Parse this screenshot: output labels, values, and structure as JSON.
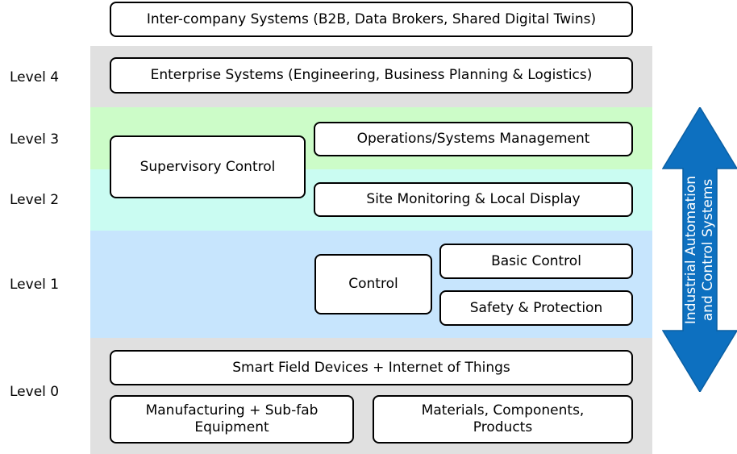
{
  "levels": {
    "l4": "Level 4",
    "l3": "Level 3",
    "l2": "Level 2",
    "l1": "Level 1",
    "l0": "Level 0"
  },
  "boxes": {
    "inter_company": "Inter-company Systems (B2B, Data Brokers, Shared Digital Twins)",
    "enterprise": "Enterprise Systems (Engineering, Business Planning & Logistics)",
    "supervisory": "Supervisory Control",
    "operations": "Operations/Systems Management",
    "site_monitoring": "Site Monitoring & Local Display",
    "control": "Control",
    "basic_control": "Basic Control",
    "safety": "Safety & Protection",
    "smart_field": "Smart Field Devices + Internet of Things",
    "manufacturing": "Manufacturing + Sub-fab\nEquipment",
    "materials": "Materials, Components,\nProducts"
  },
  "arrow_label": "Industrial Automation\nand Control Systems",
  "colors": {
    "level4_band": "#e0e0e0",
    "level3_band": "#ccfcc8",
    "level2_band": "#cafcf2",
    "level1_band": "#c7e5fd",
    "level0_band": "#e0e0e0",
    "arrow": "#0d70c0"
  }
}
